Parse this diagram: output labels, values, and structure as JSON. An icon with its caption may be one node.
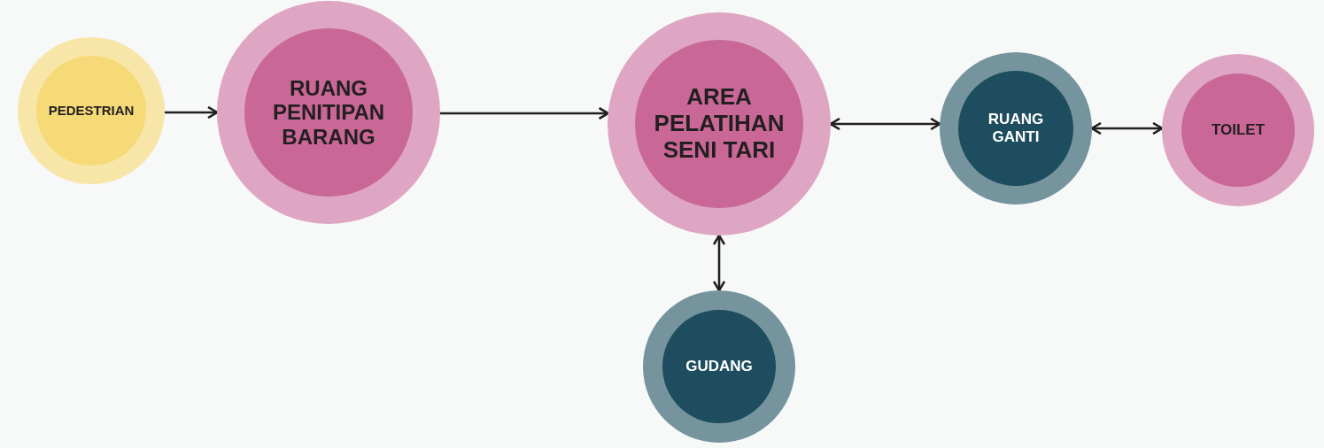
{
  "diagram": {
    "nodes": [
      {
        "text": [
          "PEDESTRIAN"
        ]
      },
      {
        "text": [
          "RUANG PENITIPAN BARANG"
        ]
      },
      {
        "text": [
          "AREA PELATIHAN SENI TARI"
        ]
      },
      {
        "text": [
          "RUANG GANTI"
        ]
      },
      {
        "text": [
          "TOILET"
        ]
      },
      {
        "text": [
          "GUDANG"
        ]
      }
    ],
    "edges": [
      {
        "from": 0,
        "to": 1,
        "arrow": "to"
      },
      {
        "from": 1,
        "to": 2,
        "arrow": "to"
      },
      {
        "from": 2,
        "to": 3,
        "arrow": "both"
      },
      {
        "from": 3,
        "to": 4,
        "arrow": "both"
      },
      {
        "from": 2,
        "to": 5,
        "arrow": "both"
      }
    ]
  }
}
